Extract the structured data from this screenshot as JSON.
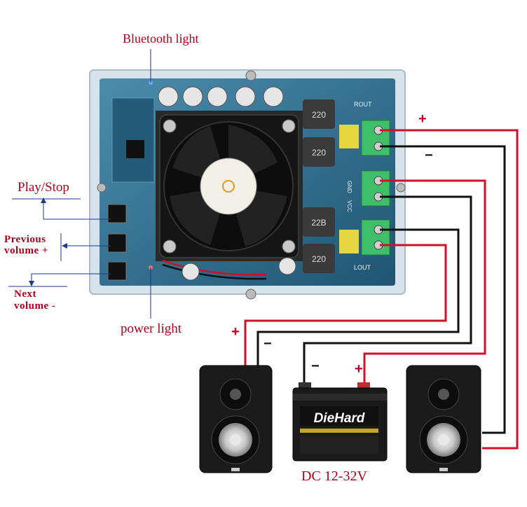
{
  "labels": {
    "bluetooth_light": "Bluetooth light",
    "power_light": "power light",
    "play_stop": "Play/Stop",
    "previous_line1": "Previous",
    "previous_line2": "volume +",
    "next_line1": "Next",
    "next_line2": "volume -",
    "dc_voltage": "DC 12-32V"
  },
  "polarity": {
    "plus": "+",
    "minus": "−"
  },
  "board": {
    "inductor_marks": [
      "220",
      "220",
      "22B",
      "220"
    ],
    "terminal_labels": [
      "ROUT",
      "GND",
      "VCC",
      "LOUT"
    ]
  },
  "battery": {
    "brand": "DieHard"
  },
  "colors": {
    "label_red": "#b3001b",
    "wire_red": "#d0102a",
    "wire_black": "#111111",
    "terminal_green": "#3fbf6a",
    "board_blue": "#2f6f92"
  }
}
